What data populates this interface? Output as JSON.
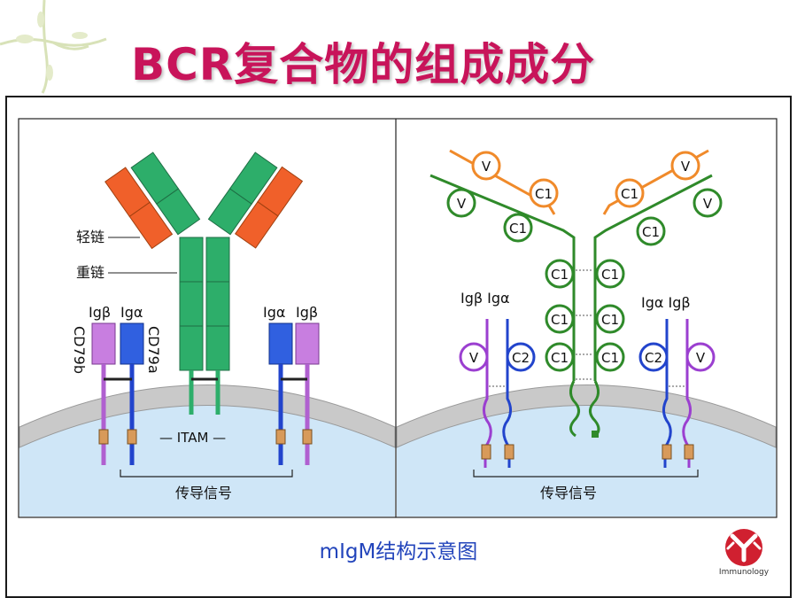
{
  "title": "BCR复合物的组成成分",
  "left_panel": {
    "light_chain_label": "轻链",
    "heavy_chain_label": "重链",
    "igb_left": "Igβ",
    "iga_left": "Igα",
    "iga_right": "Igα",
    "igb_right": "Igβ",
    "cd79b": "CD79b",
    "cd79a": "CD79a",
    "itam": "— ITAM —",
    "signal": "传导信号"
  },
  "right_panel": {
    "v": "V",
    "c1": "C1",
    "c2": "C2",
    "ig_left": "Igβ Igα",
    "ig_right": "Igα Igβ",
    "signal": "传导信号"
  },
  "caption": "mIgM结构示意图",
  "logo_text": "Immunology",
  "colors": {
    "title": "#c8145a",
    "heavy_chain": "#2dae6a",
    "light_chain": "#f0602a",
    "ig_alpha": "#2244cc",
    "ig_beta": "#b060d0",
    "membrane": "#c9c9c9",
    "cytoplasm": "#cfe6f7",
    "caption": "#2244bb",
    "logo": "#d02030"
  },
  "icons": [
    "vine-decoration-icon",
    "immunology-logo-icon"
  ]
}
